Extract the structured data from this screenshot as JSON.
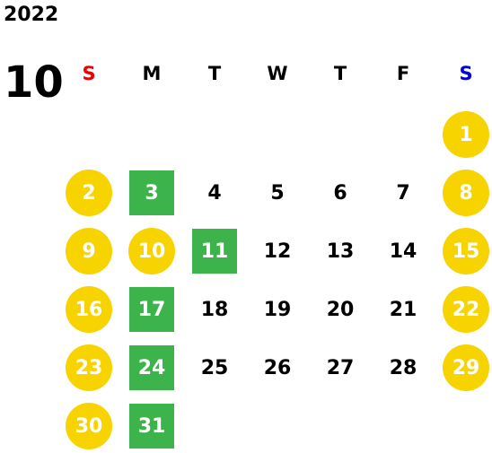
{
  "calendar": {
    "year": "2022",
    "month": "10",
    "weekdays": [
      {
        "label": "S",
        "color": "#ee0000"
      },
      {
        "label": "M",
        "color": "#000000"
      },
      {
        "label": "T",
        "color": "#000000"
      },
      {
        "label": "W",
        "color": "#000000"
      },
      {
        "label": "T",
        "color": "#000000"
      },
      {
        "label": "F",
        "color": "#000000"
      },
      {
        "label": "S",
        "color": "#0000dd"
      }
    ],
    "first_weekday": 6,
    "days_in_month": 31,
    "holiday_color": "#f7d300",
    "marked_color": "#3cb44b",
    "holiday_days": [
      1,
      2,
      8,
      9,
      10,
      15,
      16,
      22,
      23,
      29,
      30
    ],
    "marked_days": [
      3,
      11,
      17,
      24,
      31
    ]
  }
}
